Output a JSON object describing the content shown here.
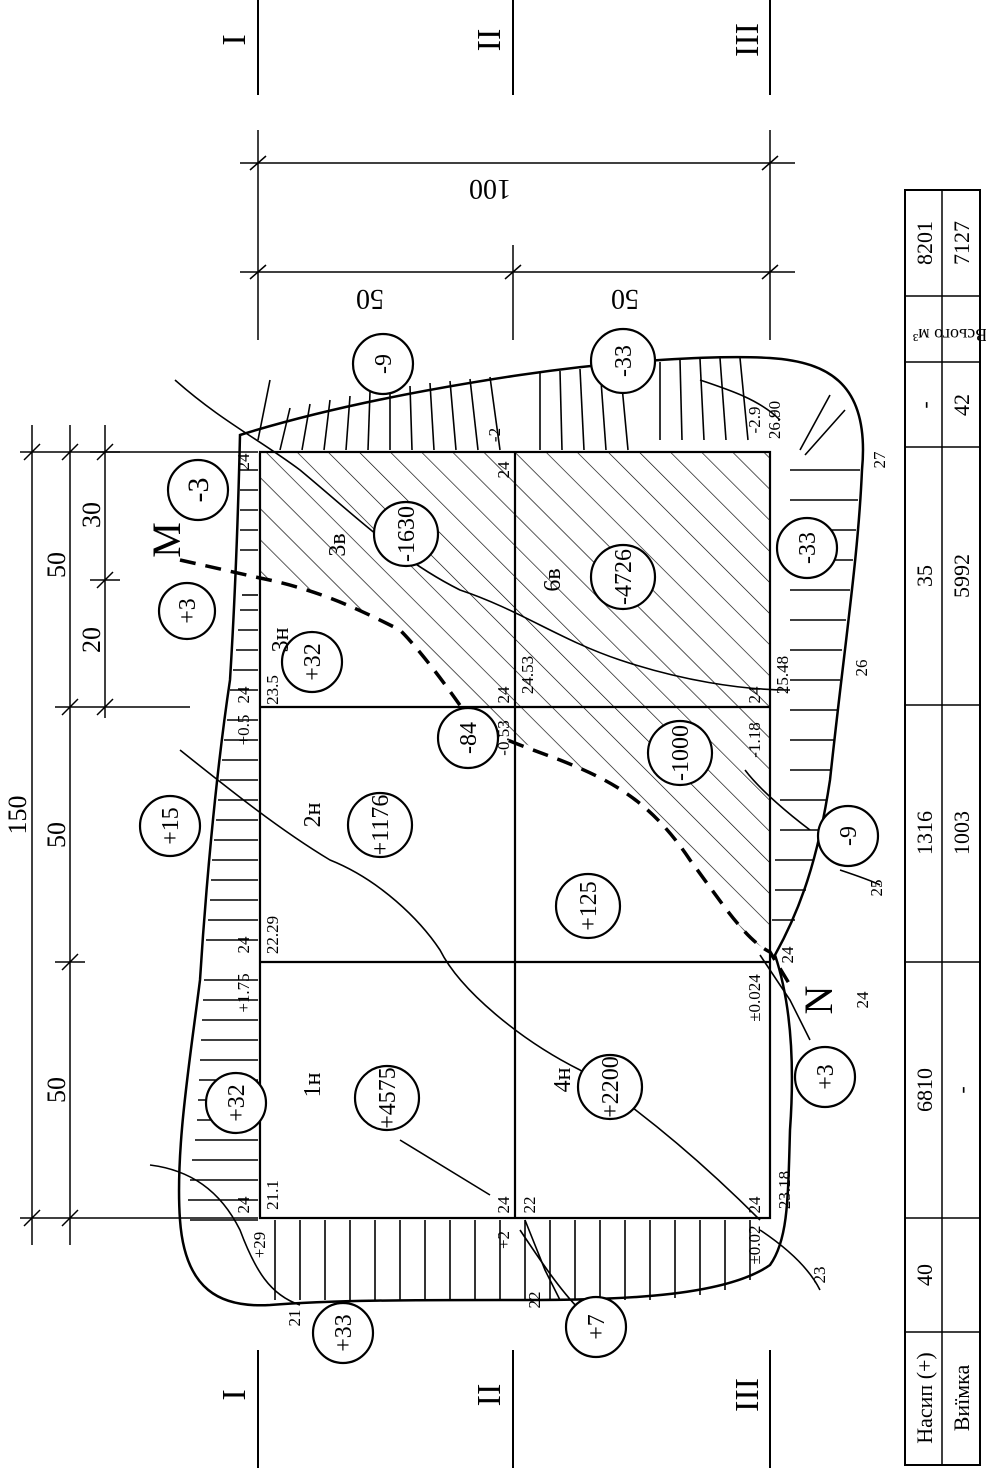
{
  "dimensions": {
    "d150": "150",
    "d50a": "50",
    "d50b": "50",
    "d50c": "50",
    "d30": "30",
    "d20": "20",
    "d100": "100",
    "d50l": "50",
    "d50r": "50"
  },
  "section_marks": {
    "top": [
      "I",
      "II",
      "III"
    ],
    "bottom": [
      "I",
      "II",
      "III"
    ]
  },
  "points": {
    "M": "M",
    "N": "N"
  },
  "circle_volumes": [
    {
      "id": "c1",
      "v": "+33"
    },
    {
      "id": "c2",
      "v": "+7"
    },
    {
      "id": "c3",
      "v": "+3"
    },
    {
      "id": "c4",
      "v": "+32"
    },
    {
      "id": "c5",
      "v": "+4575"
    },
    {
      "id": "c6",
      "v": "+2200"
    },
    {
      "id": "c7",
      "v": "+15"
    },
    {
      "id": "c8",
      "v": "+1176"
    },
    {
      "id": "c9",
      "v": "+125"
    },
    {
      "id": "c10",
      "v": "-9"
    },
    {
      "id": "c11",
      "v": "-84"
    },
    {
      "id": "c12",
      "v": "-1000"
    },
    {
      "id": "c13",
      "v": "+3"
    },
    {
      "id": "c14",
      "v": "+32"
    },
    {
      "id": "c15",
      "v": "-3"
    },
    {
      "id": "c16",
      "v": "-1630"
    },
    {
      "id": "c17",
      "v": "-4726"
    },
    {
      "id": "c18",
      "v": "-33"
    },
    {
      "id": "c19",
      "v": "-9"
    },
    {
      "id": "c20",
      "v": "-33"
    }
  ],
  "cell_labels": [
    "1н",
    "2н",
    "3н",
    "3в",
    "4н",
    "6в"
  ],
  "elevations": [
    "21.1",
    "22",
    "23.18",
    "22.29",
    "24.53",
    "25.48",
    "23.5",
    "24",
    "24",
    "24",
    "24",
    "24",
    "24",
    "24",
    "24",
    "24"
  ],
  "work_marks": [
    "+29",
    "+2",
    "±0.02",
    "+1.75",
    "±0.024",
    "+0.5",
    "-0.53",
    "-1.18",
    "-2",
    "-2.9",
    "26.90"
  ],
  "contours": [
    "21",
    "22",
    "23",
    "24",
    "25",
    "26",
    "27",
    "24"
  ],
  "table": {
    "row_labels": [
      "Насип (+)",
      "Виїмка"
    ],
    "unit_label": "Всього м³",
    "columns": [
      {
        "fill": "40",
        "cut": ""
      },
      {
        "fill": "6810",
        "cut": "-"
      },
      {
        "fill": "1316",
        "cut": "1003"
      },
      {
        "fill": "35",
        "cut": "5992"
      },
      {
        "fill": "-",
        "cut": "42"
      }
    ],
    "totals": {
      "fill": "8201",
      "cut": "7127"
    }
  }
}
